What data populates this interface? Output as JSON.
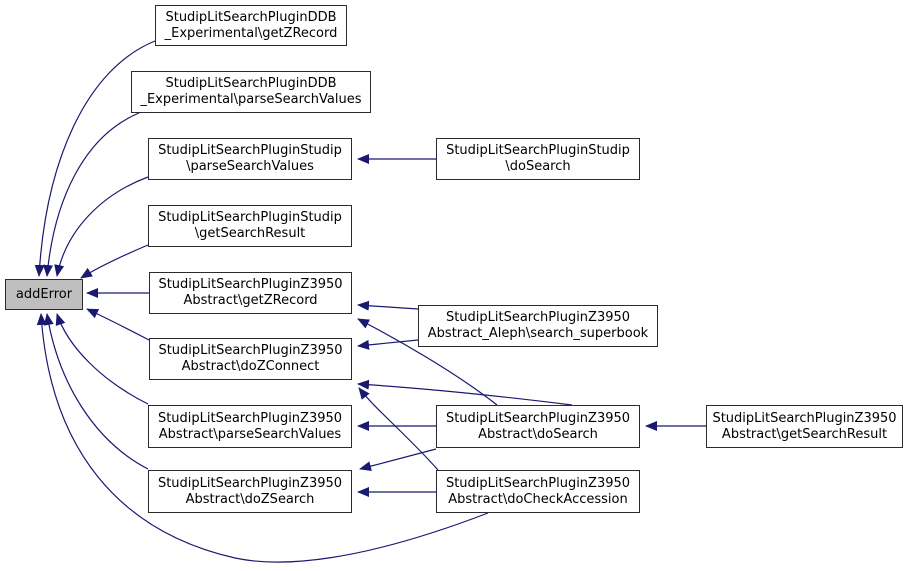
{
  "colors": {
    "edge": "#191970",
    "node_border": "#2b2b2b",
    "node_fill": "#ffffff",
    "focus_fill": "#bfbfbf",
    "background": "#ffffff"
  },
  "nodes": [
    {
      "id": "addError",
      "lines": [
        "addError"
      ]
    },
    {
      "id": "ddb_getZRecord",
      "lines": [
        "StudipLitSearchPluginDDB",
        "_Experimental\\getZRecord"
      ]
    },
    {
      "id": "ddb_parseSearchValues",
      "lines": [
        "StudipLitSearchPluginDDB",
        "_Experimental\\parseSearchValues"
      ]
    },
    {
      "id": "studip_parseSearchValues",
      "lines": [
        "StudipLitSearchPluginStudip",
        "\\parseSearchValues"
      ]
    },
    {
      "id": "studip_getSearchResult",
      "lines": [
        "StudipLitSearchPluginStudip",
        "\\getSearchResult"
      ]
    },
    {
      "id": "z3950_getZRecord",
      "lines": [
        "StudipLitSearchPluginZ3950",
        "Abstract\\getZRecord"
      ]
    },
    {
      "id": "z3950_doZConnect",
      "lines": [
        "StudipLitSearchPluginZ3950",
        "Abstract\\doZConnect"
      ]
    },
    {
      "id": "z3950_parseSearchValues",
      "lines": [
        "StudipLitSearchPluginZ3950",
        "Abstract\\parseSearchValues"
      ]
    },
    {
      "id": "z3950_doZSearch",
      "lines": [
        "StudipLitSearchPluginZ3950",
        "Abstract\\doZSearch"
      ]
    },
    {
      "id": "studip_doSearch",
      "lines": [
        "StudipLitSearchPluginStudip",
        "\\doSearch"
      ]
    },
    {
      "id": "aleph_search_superbook",
      "lines": [
        "StudipLitSearchPluginZ3950",
        "Abstract_Aleph\\search_superbook"
      ]
    },
    {
      "id": "z3950_doSearch",
      "lines": [
        "StudipLitSearchPluginZ3950",
        "Abstract\\doSearch"
      ]
    },
    {
      "id": "z3950_doCheckAccession",
      "lines": [
        "StudipLitSearchPluginZ3950",
        "Abstract\\doCheckAccession"
      ]
    },
    {
      "id": "z3950_getSearchResult",
      "lines": [
        "StudipLitSearchPluginZ3950",
        "Abstract\\getSearchResult"
      ]
    }
  ],
  "edges": [
    {
      "from": "ddb_getZRecord",
      "to": "addError"
    },
    {
      "from": "ddb_parseSearchValues",
      "to": "addError"
    },
    {
      "from": "studip_parseSearchValues",
      "to": "addError"
    },
    {
      "from": "studip_getSearchResult",
      "to": "addError"
    },
    {
      "from": "z3950_getZRecord",
      "to": "addError"
    },
    {
      "from": "z3950_doZConnect",
      "to": "addError"
    },
    {
      "from": "z3950_parseSearchValues",
      "to": "addError"
    },
    {
      "from": "z3950_doZSearch",
      "to": "addError"
    },
    {
      "from": "z3950_doCheckAccession",
      "to": "addError"
    },
    {
      "from": "studip_doSearch",
      "to": "studip_parseSearchValues"
    },
    {
      "from": "aleph_search_superbook",
      "to": "z3950_getZRecord"
    },
    {
      "from": "aleph_search_superbook",
      "to": "z3950_doZConnect"
    },
    {
      "from": "z3950_doSearch",
      "to": "z3950_getZRecord"
    },
    {
      "from": "z3950_doSearch",
      "to": "z3950_doZConnect"
    },
    {
      "from": "z3950_doSearch",
      "to": "z3950_parseSearchValues"
    },
    {
      "from": "z3950_doSearch",
      "to": "z3950_doZSearch"
    },
    {
      "from": "z3950_doCheckAccession",
      "to": "z3950_doZConnect"
    },
    {
      "from": "z3950_doCheckAccession",
      "to": "z3950_doZSearch"
    },
    {
      "from": "z3950_getSearchResult",
      "to": "z3950_doSearch"
    }
  ]
}
